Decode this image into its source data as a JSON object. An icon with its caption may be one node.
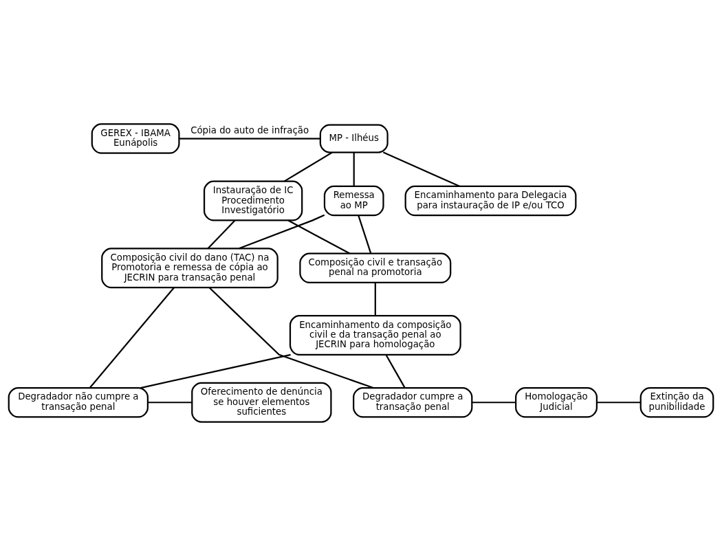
{
  "diagram": {
    "nodes": [
      {
        "text": [
          "GEREX - IBAMA Eunápolis"
        ]
      },
      {
        "text": [
          "MP - Ilhéus"
        ]
      },
      {
        "text": [
          "Remessa ao MP"
        ]
      },
      {
        "text": [
          "Encaminhamento para Delegacia para instauração de IP e/ou TCO"
        ]
      },
      {
        "text": [
          "Instauração de IC Procedimento Investigatório"
        ]
      },
      {
        "text": [
          "Composição civil do dano (TAC) na Promotoria e remessa de cópia ao JECRIN para transação penal"
        ]
      },
      {
        "text": [
          "Composição civil e transação penal na promotoria"
        ]
      },
      {
        "text": [
          "Encaminhamento da composição civil e da transação penal ao JECRIN para homologação"
        ]
      },
      {
        "text": [
          "Degradador não cumpre a transação penal"
        ]
      },
      {
        "text": [
          "Oferecimento de denúncia se houver elementos suficientes"
        ]
      },
      {
        "text": [
          "Degradador cumpre a transação penal"
        ]
      },
      {
        "text": [
          "Homologação Judicial"
        ]
      },
      {
        "text": [
          "Extinção da punibilidade"
        ]
      }
    ],
    "edges": [
      {
        "from": 0,
        "to": 1,
        "arrow": "none",
        "label": "Cópia do auto de infração"
      },
      {
        "from": 1,
        "to": 2,
        "arrow": "none"
      },
      {
        "from": 1,
        "to": 3,
        "arrow": "none"
      },
      {
        "from": 1,
        "to": 4,
        "arrow": "none"
      },
      {
        "from": 2,
        "to": 5,
        "arrow": "none"
      },
      {
        "from": 2,
        "to": 6,
        "arrow": "none"
      },
      {
        "from": 4,
        "to": 5,
        "arrow": "none"
      },
      {
        "from": 4,
        "to": 6,
        "arrow": "none"
      },
      {
        "from": 6,
        "to": 7,
        "arrow": "none"
      },
      {
        "from": 5,
        "to": 8,
        "arrow": "none"
      },
      {
        "from": 5,
        "to": 10,
        "arrow": "none"
      },
      {
        "from": 7,
        "to": 8,
        "arrow": "none"
      },
      {
        "from": 7,
        "to": 10,
        "arrow": "none"
      },
      {
        "from": 8,
        "to": 9,
        "arrow": "none"
      },
      {
        "from": 10,
        "to": 11,
        "arrow": "none"
      },
      {
        "from": 11,
        "to": 12,
        "arrow": "none"
      }
    ]
  }
}
